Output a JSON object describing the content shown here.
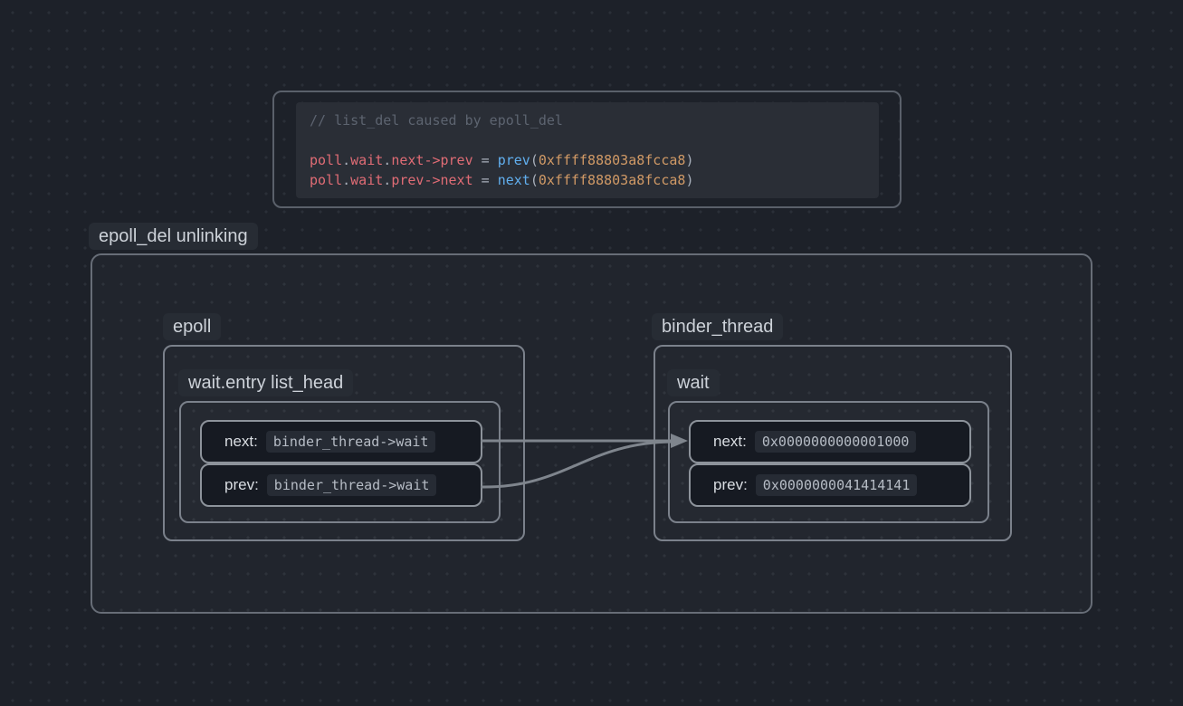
{
  "colors": {
    "background": "#1d2129",
    "container_border": "#676d77",
    "box_border": "#7b818b",
    "row_background": "#161a22",
    "arrow": "#7f858d",
    "code_background": "#2a2e36",
    "code_comment": "#5d6470",
    "code_identifier_red": "#e06c75",
    "code_function_blue": "#61afef",
    "code_number_orange": "#d19a66",
    "code_default": "#abb2bf"
  },
  "code_block": {
    "comment": "// list_del caused by epoll_del",
    "line1": [
      "poll",
      ".",
      "wait",
      ".",
      "next",
      "->",
      "prev",
      " = ",
      "prev",
      "(",
      "0xffff88803a8fcca8",
      ")"
    ],
    "line2": [
      "poll",
      ".",
      "wait",
      ".",
      "prev",
      "->",
      "next",
      " = ",
      "next",
      "(",
      "0xffff88803a8fcca8",
      ")"
    ]
  },
  "diagram": {
    "title": "epoll_del unlinking",
    "epoll": {
      "label": "epoll",
      "struct_label": "wait.entry list_head",
      "rows": [
        {
          "label": "next:",
          "value": "binder_thread->wait"
        },
        {
          "label": "prev:",
          "value": "binder_thread->wait"
        }
      ]
    },
    "binder_thread": {
      "label": "binder_thread",
      "struct_label": "wait",
      "rows": [
        {
          "label": "next:",
          "value": "0x0000000000001000"
        },
        {
          "label": "prev:",
          "value": "0x0000000041414141"
        }
      ]
    }
  }
}
